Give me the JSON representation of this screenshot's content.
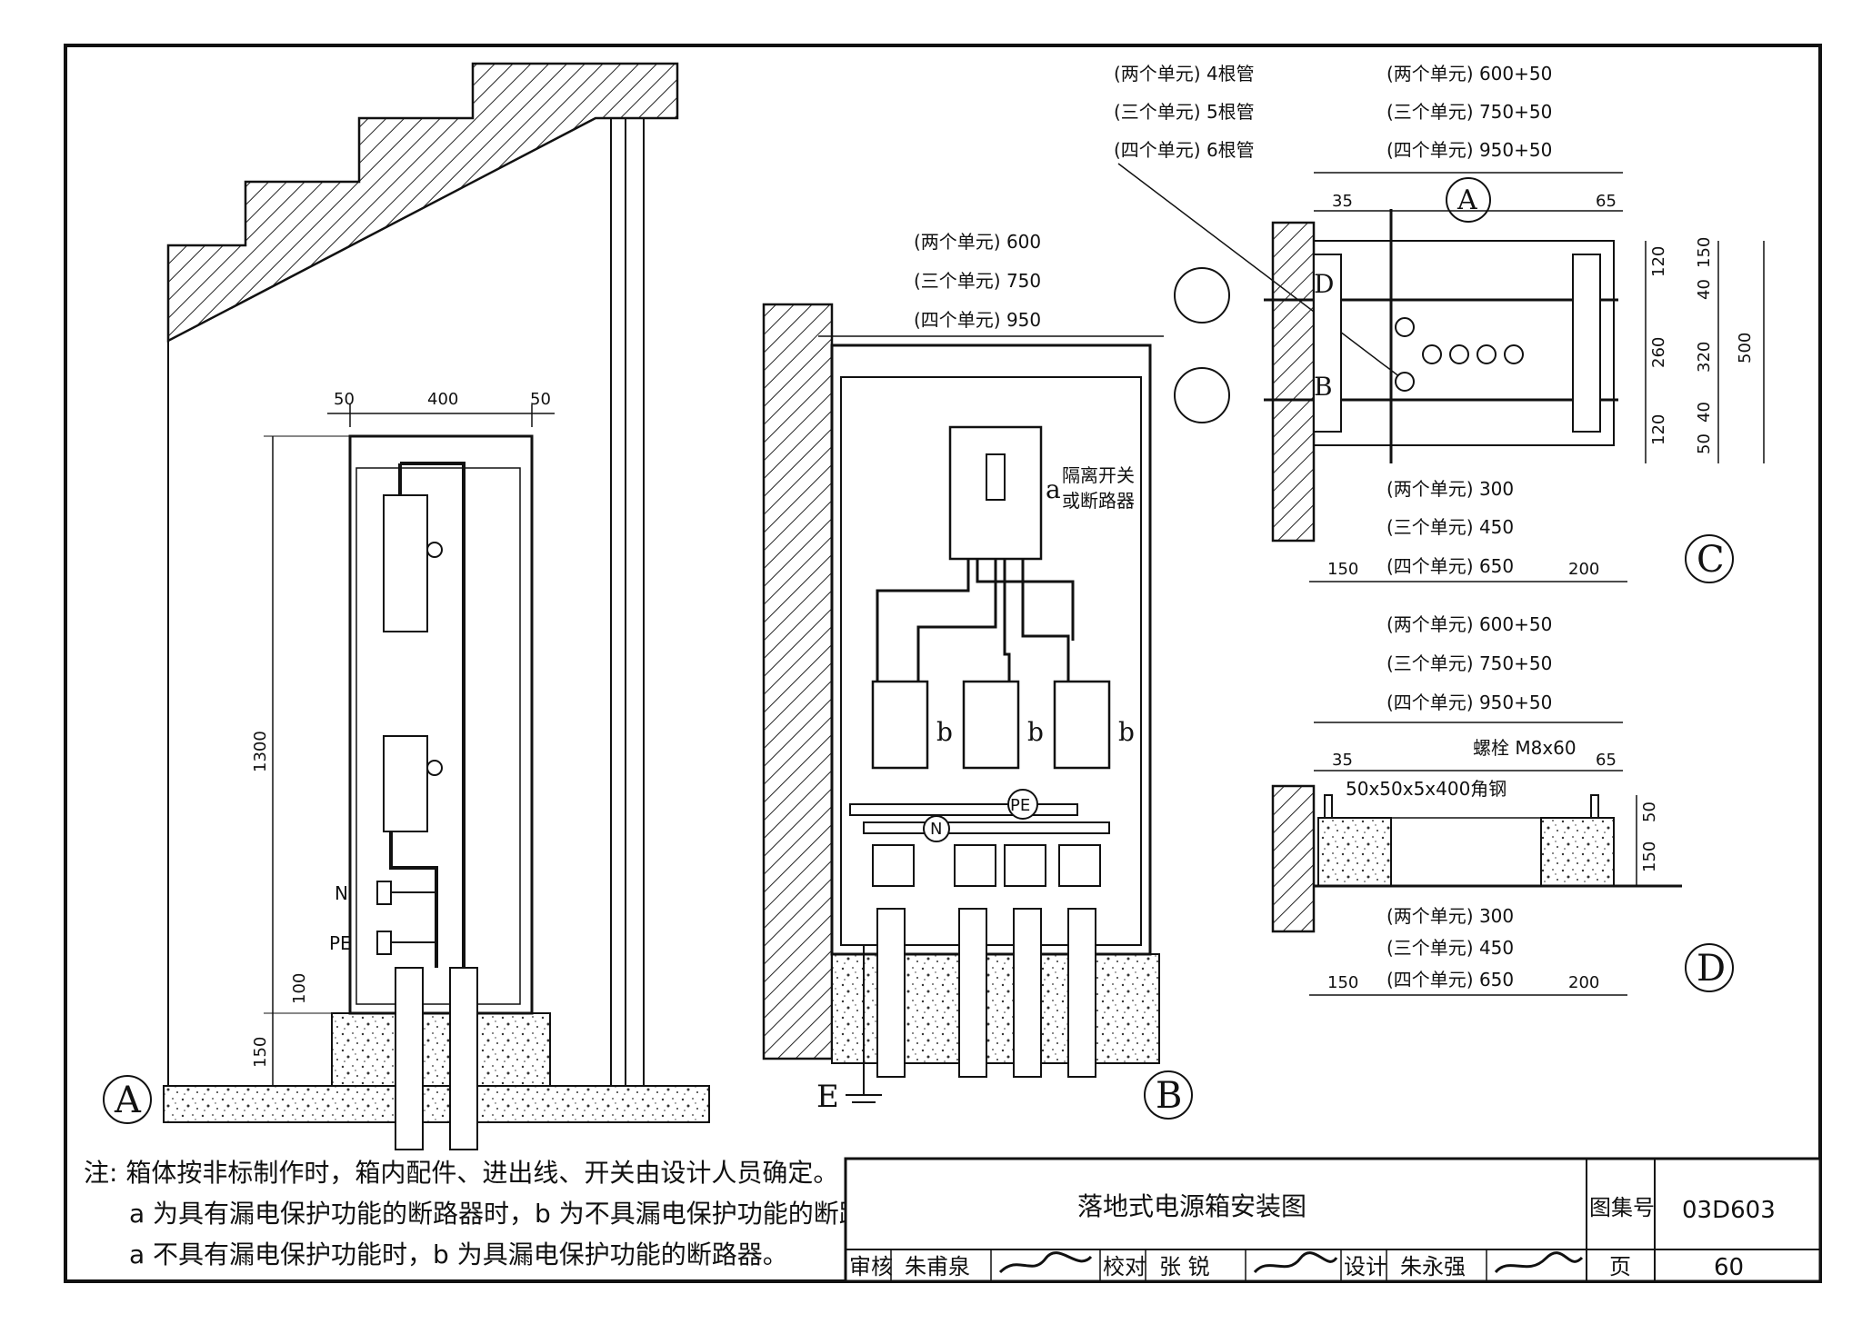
{
  "view_a": {
    "label": "A",
    "dim_top": [
      "50",
      "400",
      "50"
    ],
    "dim_height": "1300",
    "dim_100": "100",
    "dim_150": "150",
    "bus_n": "N",
    "bus_pe": "PE"
  },
  "view_b": {
    "label": "B",
    "widths": [
      "(两个单元) 600",
      "(三个单元) 750",
      "(四个单元) 950"
    ],
    "switch_letter": "a",
    "switch_text_1": "隔离开关",
    "switch_text_2": "或断路器",
    "breaker_letter": "b",
    "n_badge": "N",
    "pe_badge": "PE",
    "earth": "E"
  },
  "view_c": {
    "label": "C",
    "pipes": [
      "(两个单元) 4根管",
      "(三个单元) 5根管",
      "(四个单元) 6根管"
    ],
    "widths": [
      "(两个单元) 600+50",
      "(三个单元) 750+50",
      "(四个单元) 950+50"
    ],
    "section_mark": "A",
    "mark_d": "D",
    "mark_b": "B",
    "dim_35": "35",
    "dim_65": "65",
    "right_dims_1": [
      "120",
      "260",
      "120"
    ],
    "right_dims_2": [
      "150",
      "40",
      "320",
      "40",
      "50"
    ],
    "right_dim_500": "500",
    "bottom_widths": [
      "(两个单元) 300",
      "(三个单元) 450",
      "(四个单元) 650"
    ],
    "dim_150": "150",
    "dim_200": "200"
  },
  "view_d": {
    "label": "D",
    "widths": [
      "(两个单元) 600+50",
      "(三个单元) 750+50",
      "(四个单元) 950+50"
    ],
    "dim_35": "35",
    "dim_65": "65",
    "bolt": "螺栓 M8x60",
    "angle": "50x50x5x400角钢",
    "dim_50": "50",
    "dim_150v": "150",
    "bottom_widths": [
      "(两个单元) 300",
      "(三个单元) 450",
      "(四个单元) 650"
    ],
    "dim_150": "150",
    "dim_200": "200"
  },
  "notes": [
    "注: 箱体按非标制作时，箱内配件、进出线、开关由设计人员确定。",
    "a 为具有漏电保护功能的断路器时，b 为不具漏电保护功能的断路器。",
    "a 不具有漏电保护功能时，b 为具漏电保护功能的断路器。"
  ],
  "title_block": {
    "title": "落地式电源箱安装图",
    "atlas_label": "图集号",
    "atlas_no": "03D603",
    "review_label": "审核",
    "review_name": "朱甫泉",
    "check_label": "校对",
    "check_name": "张 锐",
    "design_label": "设计",
    "design_name": "朱永强",
    "page_label": "页",
    "page_no": "60"
  }
}
